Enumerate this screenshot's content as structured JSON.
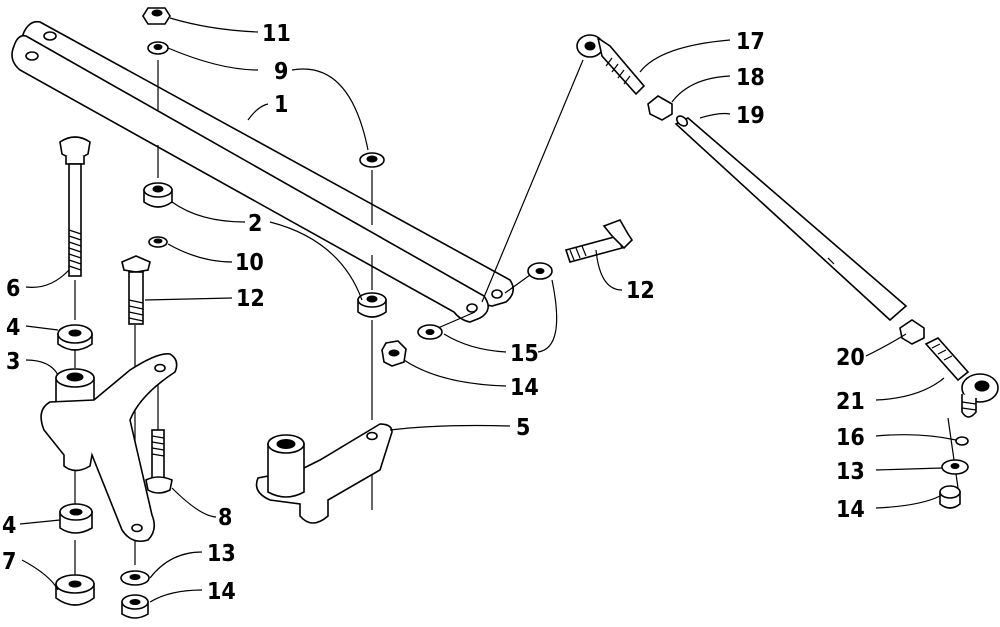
{
  "callouts": [
    {
      "id": "c11a",
      "text": "11"
    },
    {
      "id": "c9",
      "text": "9"
    },
    {
      "id": "c1",
      "text": "1"
    },
    {
      "id": "c2",
      "text": "2"
    },
    {
      "id": "c10",
      "text": "10"
    },
    {
      "id": "c12a",
      "text": "12"
    },
    {
      "id": "c6",
      "text": "6"
    },
    {
      "id": "c4a",
      "text": "4"
    },
    {
      "id": "c3",
      "text": "3"
    },
    {
      "id": "c8",
      "text": "8"
    },
    {
      "id": "c4b",
      "text": "4"
    },
    {
      "id": "c7",
      "text": "7"
    },
    {
      "id": "c13a",
      "text": "13"
    },
    {
      "id": "c14a",
      "text": "14"
    },
    {
      "id": "c5",
      "text": "5"
    },
    {
      "id": "c15",
      "text": "15"
    },
    {
      "id": "c14b",
      "text": "14"
    },
    {
      "id": "c12b",
      "text": "12"
    },
    {
      "id": "c17",
      "text": "17"
    },
    {
      "id": "c18",
      "text": "18"
    },
    {
      "id": "c19",
      "text": "19"
    },
    {
      "id": "c20",
      "text": "20"
    },
    {
      "id": "c21",
      "text": "21"
    },
    {
      "id": "c16",
      "text": "16"
    },
    {
      "id": "c13b",
      "text": "13"
    },
    {
      "id": "c14c",
      "text": "14"
    }
  ]
}
